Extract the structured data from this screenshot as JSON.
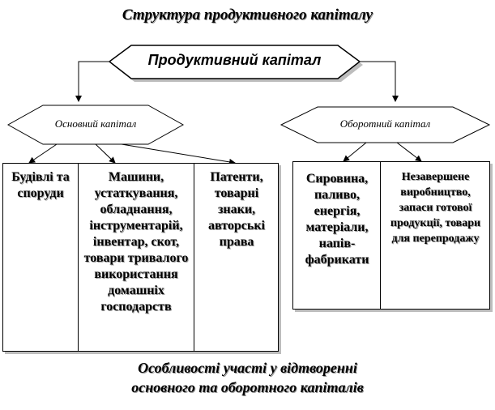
{
  "title": "Структура продуктивного  капіталу",
  "root": {
    "label": "Продуктивний капітал"
  },
  "fixed_capital": {
    "label": "Основний капітал",
    "items": [
      {
        "label": "Будівлі та споруди"
      },
      {
        "label": "Машини, устаткування, обладнання, інструментарій, інвентар, скот, товари тривалого використання домашніх господарств"
      },
      {
        "label": "Патенти, товарні знаки, авторські права"
      }
    ]
  },
  "working_capital": {
    "label": "Оборотний капітал",
    "items": [
      {
        "label": "Сировина, паливо, енергія, матеріали, напів-фабрикати"
      },
      {
        "label": "Незавершене виробництво, запаси готової продукції, товари для перепродажу"
      }
    ]
  },
  "footer": {
    "line1": "Особливості участі у відтворенні",
    "line2": "основного та оборотного капіталів"
  }
}
